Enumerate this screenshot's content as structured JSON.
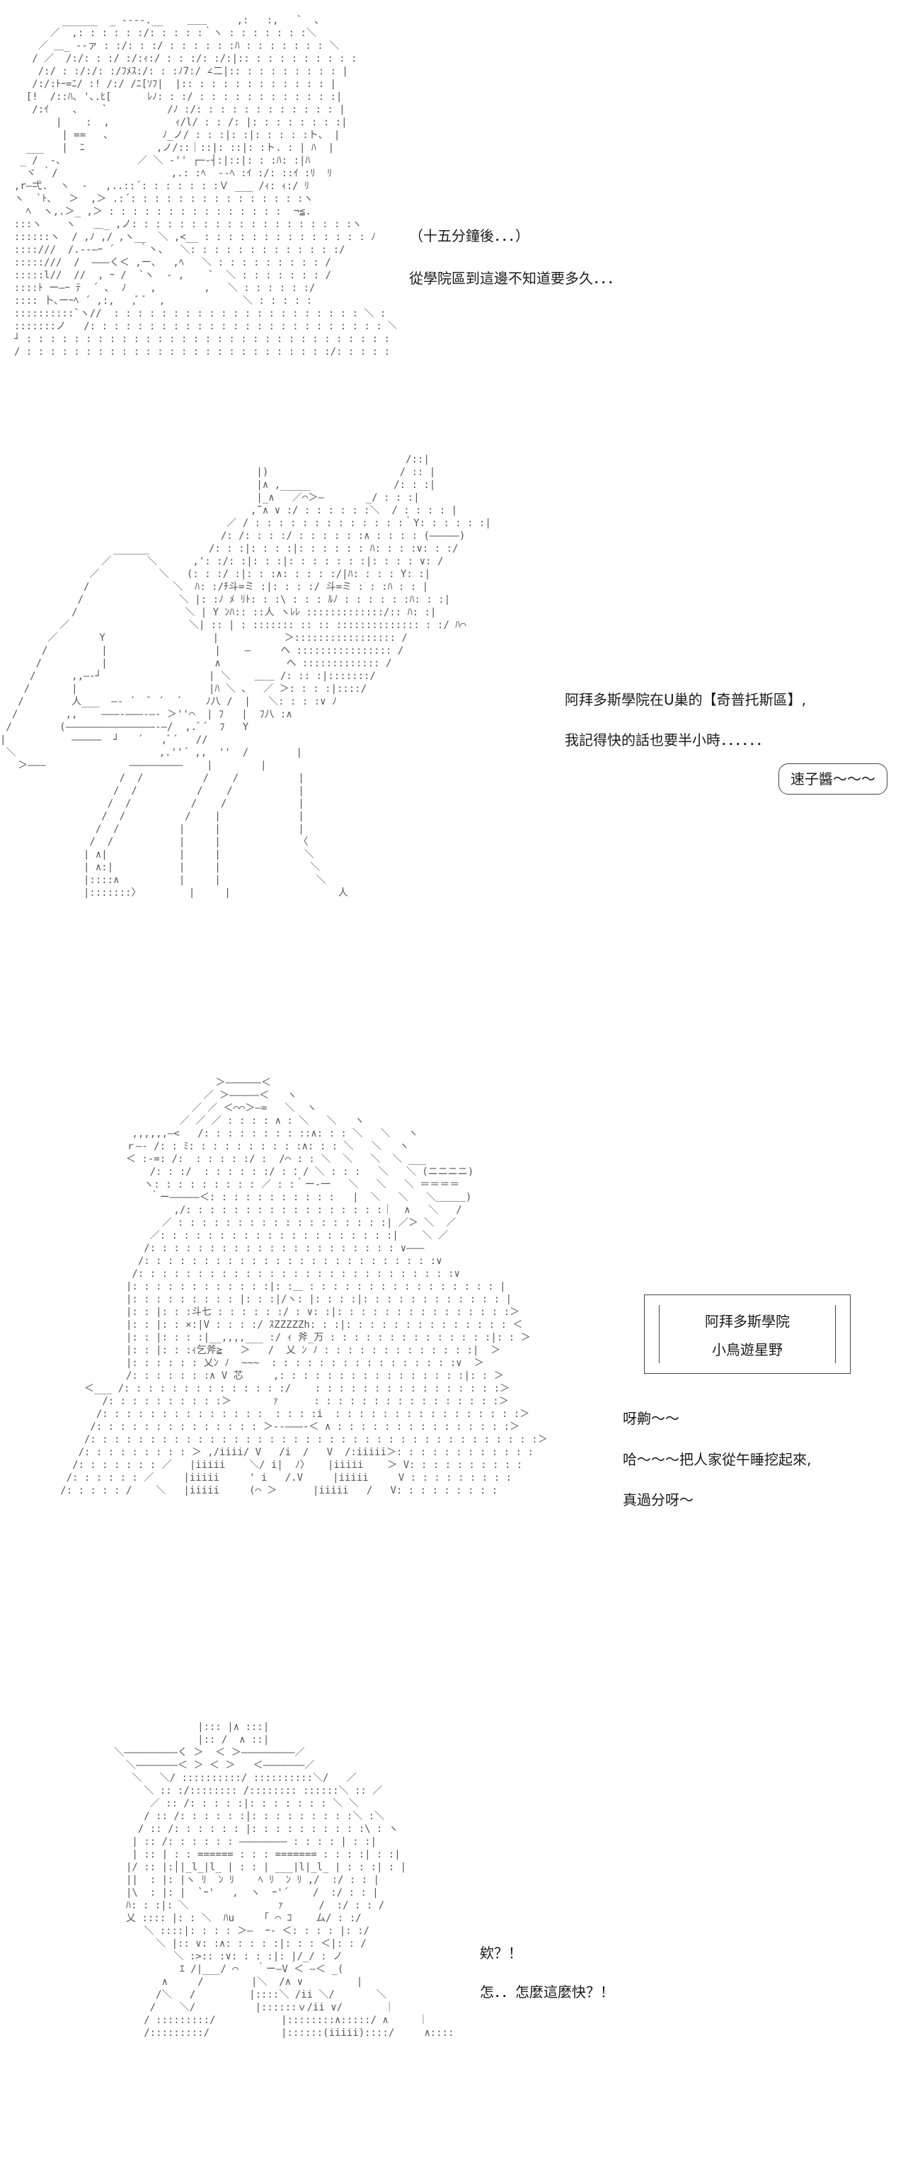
{
  "panel1": {
    "lines": [
      "（十五分鐘後．．．）",
      "從學院區到這邊不知道要多久．．．"
    ]
  },
  "panel2": {
    "lines": [
      "阿拜多斯學院在U巢的【奇普托斯區】,",
      "我記得快的話也要半小時．．．．．．"
    ],
    "bubble": "速子醬〜〜〜"
  },
  "panel3": {
    "namebox": {
      "school": "阿拜多斯學院",
      "name": "小鳥遊星野"
    },
    "lines": [
      "呀齁〜〜",
      "哈〜〜〜把人家從午睡挖起來,",
      "真過分呀〜"
    ]
  },
  "panel4": {
    "lines": [
      "欸？！",
      "怎．．怎麼這麼快？！"
    ]
  }
}
